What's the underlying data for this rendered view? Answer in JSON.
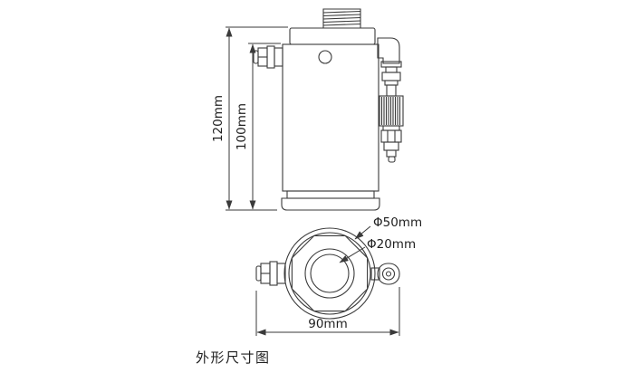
{
  "caption": "外形尺寸图",
  "dimensions": {
    "overall_height": "120mm",
    "body_height": "100mm",
    "outer_diameter": "Φ50mm",
    "inner_diameter": "Φ20mm",
    "overall_width": "90mm"
  },
  "colors": {
    "line": "#3a3a3a",
    "text": "#1f1f1f",
    "background": "#ffffff"
  }
}
